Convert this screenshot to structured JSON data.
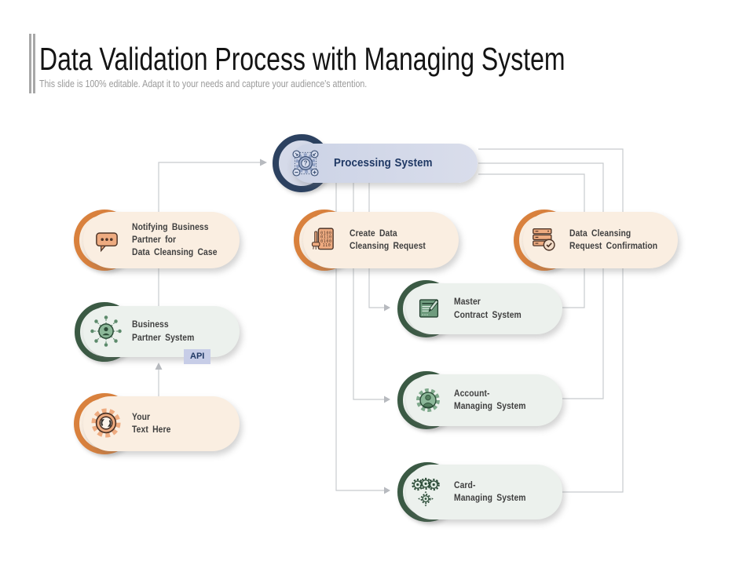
{
  "header": {
    "title": "Data Validation Process with Managing System",
    "subtitle": "This slide is 100% editable. Adapt it to your needs and capture your audience's attention."
  },
  "nodes": {
    "processing": {
      "label": "Processing System",
      "icon": "processing-gear-icon"
    },
    "notifying": {
      "label": "Notifying Business\nPartner for\nData Cleansing Case",
      "icon": "chat-bubble-icon"
    },
    "create": {
      "label": "Create Data\nCleansing Request",
      "icon": "data-cleansing-icon"
    },
    "confirmation": {
      "label": "Data Cleansing\nRequest Confirmation",
      "icon": "server-check-icon"
    },
    "master": {
      "label": "Master\nContract System",
      "icon": "contract-pen-icon"
    },
    "business": {
      "label": "Business\nPartner System",
      "icon": "network-person-icon",
      "badge": "API"
    },
    "your_text": {
      "label": "Your\nText Here",
      "icon": "gear-sync-icon"
    },
    "account": {
      "label": "Account-\nManaging System",
      "icon": "gear-person-icon"
    },
    "card": {
      "label": "Card-\nManaging System",
      "icon": "gears-icon"
    }
  },
  "connections": [
    {
      "from": "notifying",
      "to": "processing",
      "arrow": true
    },
    {
      "from": "your_text",
      "to": "business",
      "arrow": true
    },
    {
      "from": "processing",
      "to": "master",
      "arrow": true
    },
    {
      "from": "processing",
      "to": "account",
      "arrow": true
    },
    {
      "from": "processing",
      "to": "card",
      "arrow": true
    },
    {
      "from": "master",
      "to": "processing",
      "arrow": false
    },
    {
      "from": "account",
      "to": "processing",
      "arrow": false
    },
    {
      "from": "card",
      "to": "processing",
      "arrow": false
    }
  ],
  "colors": {
    "navy_ring": "#2c4160",
    "blue_pill": "#d5dae9",
    "navy_text": "#1f3864",
    "orange_ring": "#d9813d",
    "orange_pill": "#faeee1",
    "green_ring": "#3b5a44",
    "green_pill": "#ecf1ed",
    "label_text": "#3f3f3f",
    "connector": "#c8cbce",
    "api_bg": "#c7cde7"
  }
}
